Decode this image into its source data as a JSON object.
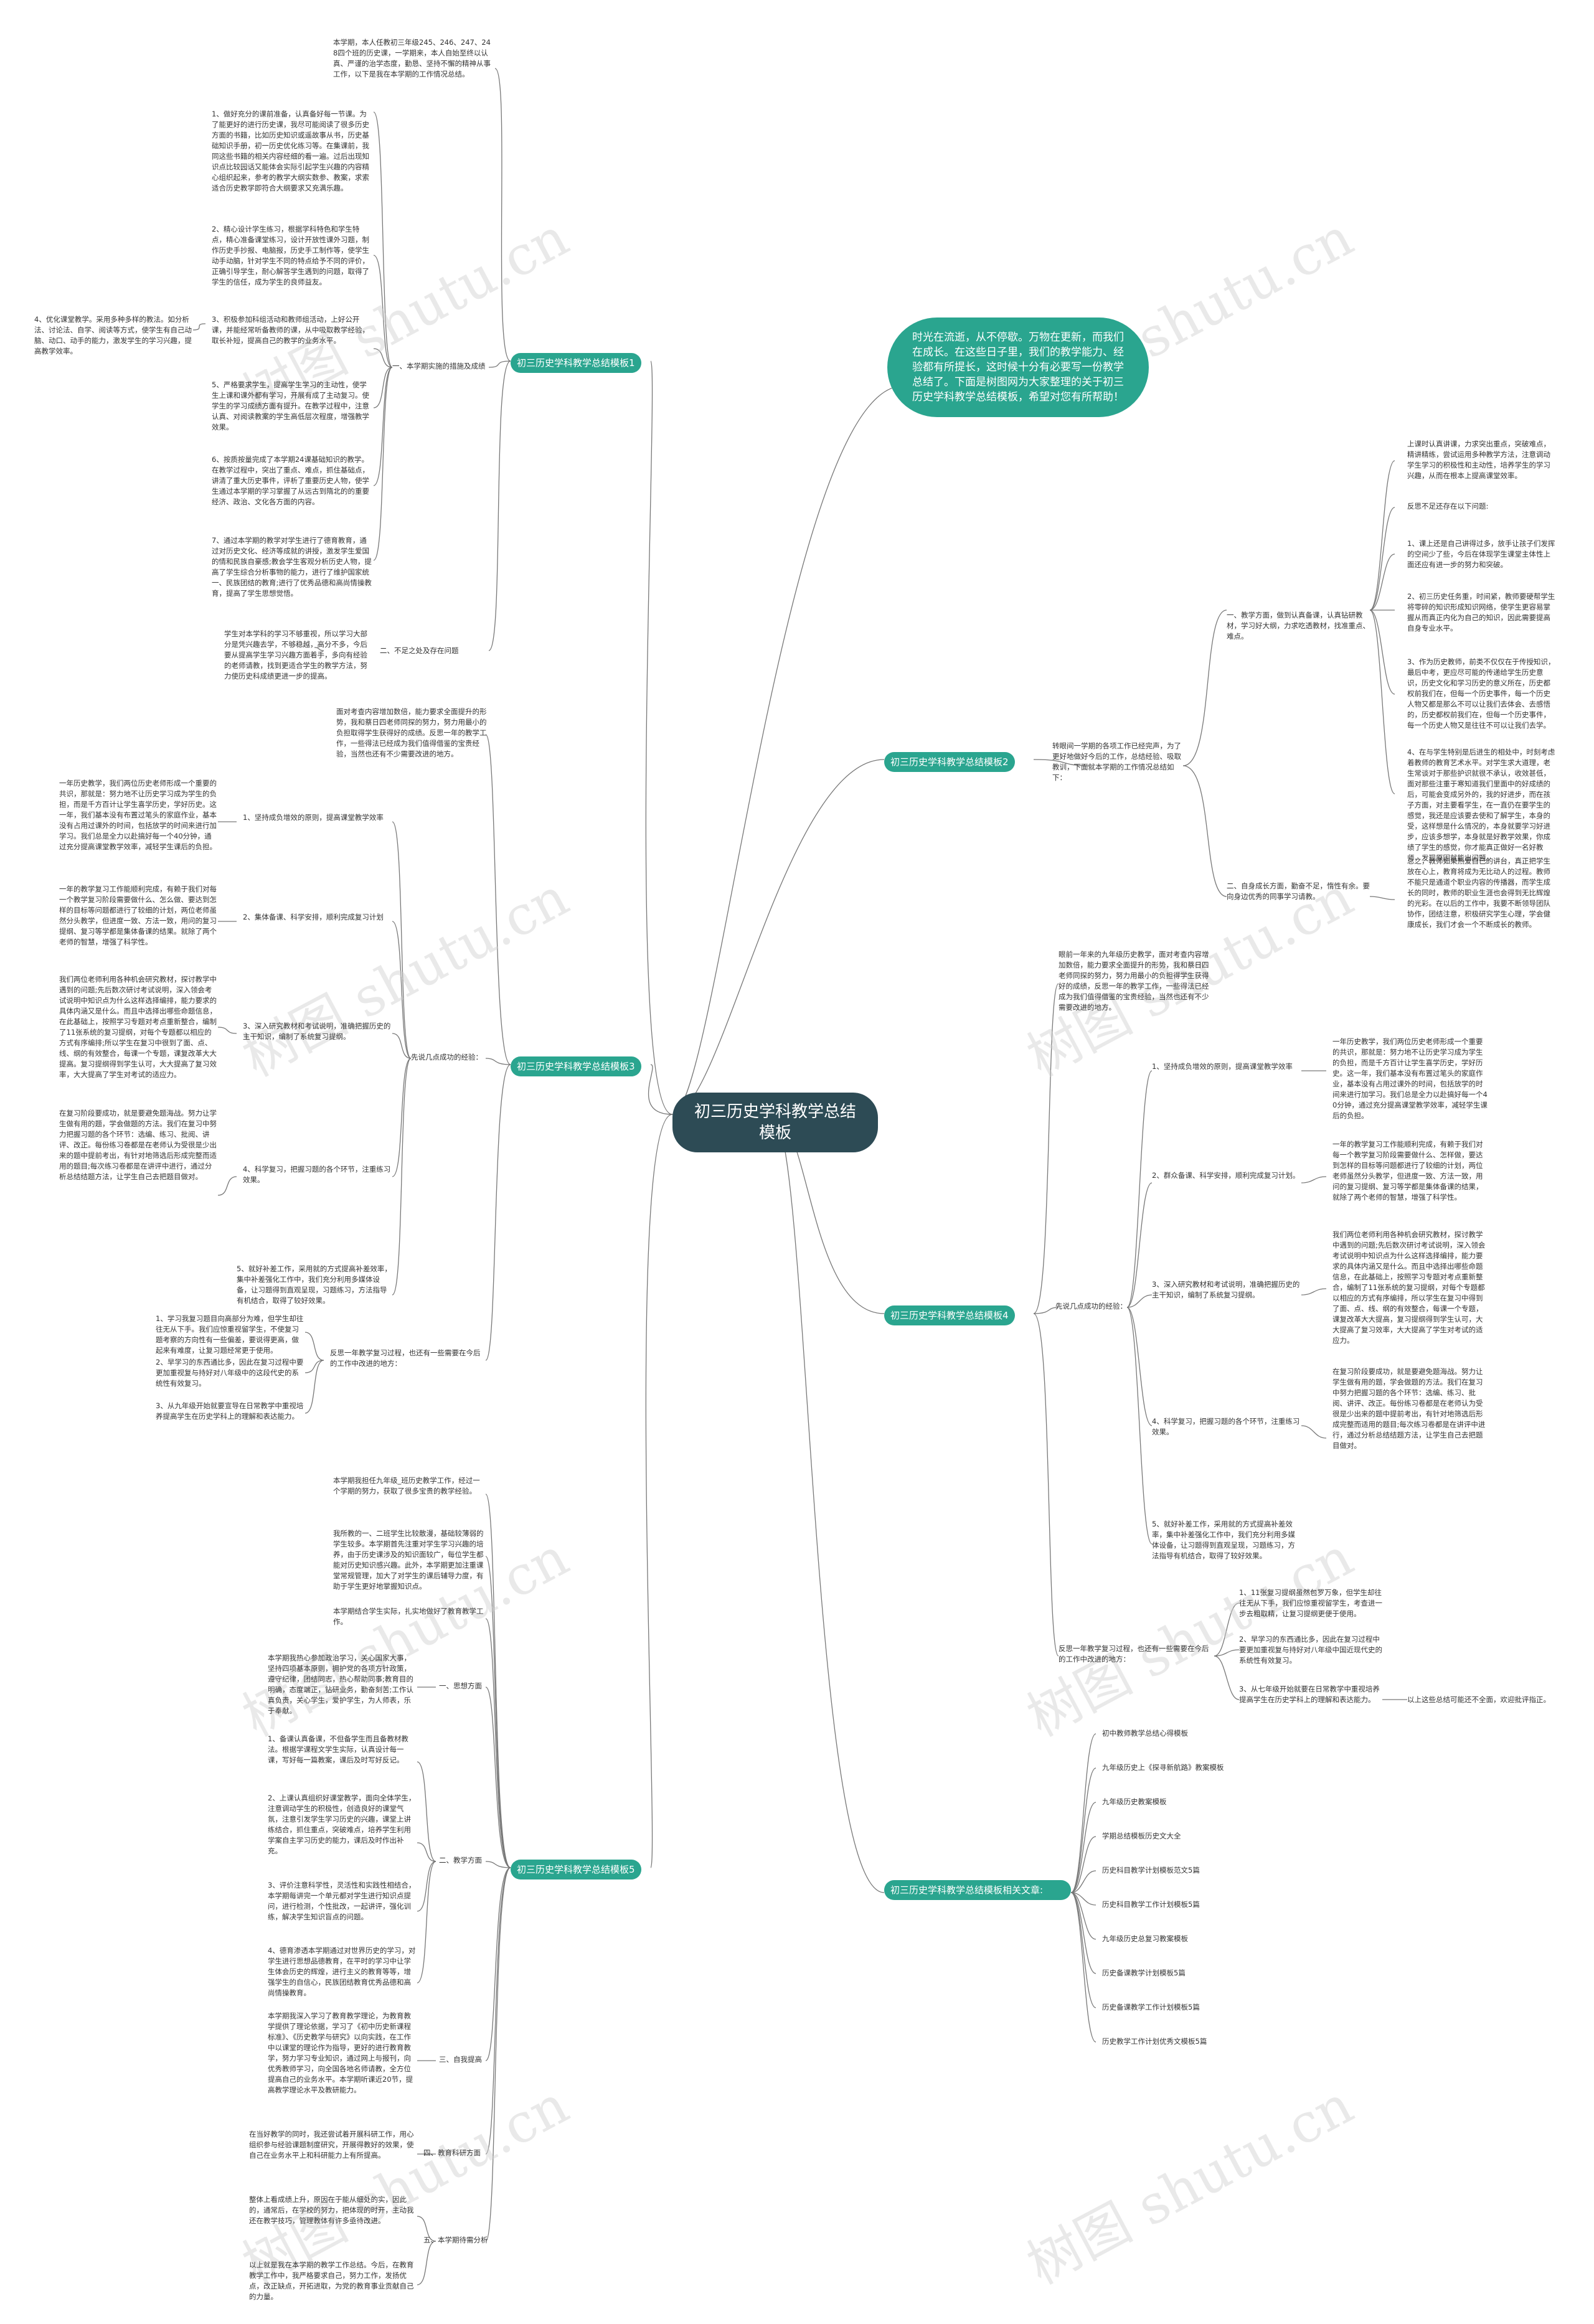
{
  "root": "初三历史学科教学总结模板",
  "intro": "时光在流逝，从不停歇。万物在更新，而我们在成长。在这些日子里，我们的教学能力、经验都有所提长，这时候十分有必要写一份教学总结了。下面是树图网为大家整理的关于初三历史学科教学总结模板，希望对您有所帮助！",
  "watermark": "树图 shutu.cn",
  "b1": {
    "label": "初三历史学科教学总结模板1",
    "intro": "本学期，本人任教初三年级245、246、247、248四个班的历史课，一学期来，本人自始至终以认真、严谨的治学态度，勤恳、坚持不懈的精神从事工作，以下是我在本学期的工作情况总结。",
    "s1": "一、本学期实施的措施及成绩",
    "s1_items": [
      "1、做好充分的课前准备，认真备好每一节课。为了能更好的进行历史课，我尽可能阅读了很多历史方面的书籍，比如历史知识或遥故事从书，历史基础知识手册，初一历史优化练习等。在集课前，我同这些书籍的相关内容经细的看一遍。过后出现知识点比较园话又能体会实际引起学生兴趣的内容精心组织起来，参考的教学大纲实数参、教案，求索适合历史教学即符合大纲要求又充满乐趣。",
      "2、精心设计学生练习，根据学科特色和学生特点，精心准备课堂练习，设计开放性课外习题，制作历史手抄报、电脑报，历史手工制作等，使学生动手动脑，针对学生不同的特点给予不同的评价，正确引导学生，耐心解答学生遇到的问题，取得了学生的信任，成为学生的良师益友。",
      "3、积极参加科组活动和教师组活动，上好公开课，并能经常听备教师的课，从中吸取教学经验，取长补短，提高自己的教学的业务水平。",
      "5、严格要求学生，提高学生学习的主动性，使学生上课和课外都有学习，开展有成了主动复习。使学生的学习成绩方面有提升。在教学过程中，注意认真、对阅读教案的学生高低层次程度，增强教学效果。",
      "6、按质按量完成了本学期24课基础知识的教学。在教学过程中，突出了重点、难点，抓住基础点，讲清了重大历史事件，评析了重要历史人物，使学生通过本学期的学习掌握了从远古到隋北的的重要经济、政治、文化各方面的内容。",
      "7、通过本学期的教学对学生进行了德育教育，通过对历史文化、经济等成就的讲授，激发学生爱国的情和民族自豪感;教会学生客观分析历史人物，提高了学生综合分析事物的能力，进行了维护国家统一、民族团结的教育;进行了优秀品德和高尚情操教育，提高了学生思想觉悟。"
    ],
    "s1_left": "4、优化课堂教学。采用多种多样的教法。如分析法、讨论法、自学、阅读等方式，使学生有自己动脑、动口、动手的能力，激发学生的学习兴趣，提高教学效率。",
    "s2": "二、不足之处及存在问题",
    "s2_text": "学生对本学科的学习不够重视，所以学习大部分是凭兴趣去学，不够稳越，高分不多，今后要从提高学生学习兴趣方面着手，多向有经验的老师请教，找到更适合学生的教学方法，努力使历史科成绩更进一步的提高。"
  },
  "b2": {
    "label": "初三历史学科教学总结模板2",
    "intro": "转眼间一学期的各项工作已经完声，为了更好地做好今后的工作，总结经验、吸取教训，下面就本学期的工作情况总结如下：",
    "s1": "一、教学方面，做到认真备课，认真钻研教材，学习好大纲，力求吃透教材，找准重点、难点。",
    "s1_items": [
      "上课时认真讲课，力求突出重点，突破难点，精讲精练，尝试运用多种教学方法，注意调动学生学习的积极性和主动性，培养学生的学习兴趣，从而在根本上提高课堂效率。",
      "反思不足还存在以下问题:",
      "1、课上还是自己讲得过多，放手让孩子们发挥的空间少了些，今后在体现学生课堂主体性上面还应有进一步的努力和突破。",
      "2、初三历史任务重，时间紧，教师要硬帮学生将零碎的知识形成知识网络，使学生更容易掌握从而真正内化为自己的知识，因此需要提高自身专业水平。",
      "3、作为历史教师，前类不仅仅在于传授知识，最后中考，更应尽可能的传递给学生历史意识，历史文化和学习历史的意义所在，历史都权前我们在，但每一个历史事件，每一个历史人物又都是那么不可以让我们去体会、去感悟的，历史都权前我们在，但每一个历史事件，每一个历史人物又是往往不可以让我们去学。",
      "4、在与学生特别是后进生的相处中，时刻考虑着教师的教育艺术水平。对学生求大道理，老生常谈对于那些护识就很不承认，收效甚低，面对那些注重于寒知道我们里面中的好成绩的后，可能会变成另外的，我的好进步，而在孩子方面，对主要看学生，在一直仍在要学生的感觉，我还是应该要去使和了解学生，本身的受，这样想是什么情况的，本身就要学习好进步，应该多想学，本身就是好教学效果，你成绩了学生的感觉，你才能真正做好一名好教师，发现原因就能出问题。"
    ],
    "s2": "二、自身成长方面，勤奋不足，惰性有余。要向身边优秀的同事学习请教。",
    "s2_text": "总之，教师如果热爱自己的讲台，真正把学生放在心上，教育将成为无比动人的过程。教师不能只是通道个职业内容的传播器，而学生成长的同时，教师的职业生涯也会得到无比辉煌的光彩。在以后的工作中，我要不断领导团队协作，团结注意，积极研究学生心理，学会健康成长，我们才会一个不断成长的教师。"
  },
  "b3": {
    "label": "初三历史学科教学总结模板3",
    "intro": "面对考查内容增加数倍，能力要求全面提升的形势，我和蔡日四老师同探的努力，努力用最小的负担取得学生获得好的成绩。反思一年的教学工作，一些得法已经成为我们值得借鉴的宝贵经验，当然也还有不少需要改进的地方。",
    "s1": "先说几点成功的经验：",
    "items": [
      {
        "k": "1、坚持成负增效的原则，提高课堂教学效率",
        "v": "一年历史教学，我们两位历史老师形成一个重要的共识，那就是：努力地不让历史学习成为学生的负担，而是千方百计让学生喜学历史，学好历史。这一年，我们基本没有布置过笔头的家庭作业，基本没有占用过课外的时间，包括放学的时间来进行加学习。我们总是全力以赴搞好每一个40分钟，通过充分提高课堂教学效率，减轻学生课后的负担。"
      },
      {
        "k": "2、集体备课、科学安排，顺利完成复习计划",
        "v": "一年的教学复习工作能顺利完成，有赖于我们对每一个教学复习阶段需要做什么、怎么做、要达到怎样的目标等问题都进行了较细的计划，两位老师虽然分头教学，但进度一致、方法一致，用问的复习提纲、复习等学都是集体备课的结果。就除了两个老师的智慧，增强了科学性。"
      },
      {
        "k": "3、深入研究教材和考试说明，准确把握历史的主干知识，编制了系统复习提纲。",
        "v": "我们两位老师利用各种机会研究教材，探讨教学中遇到的问题;先后数次研讨考试说明，深入领会考试说明中知识点为什么这样选择编排，能力要求的具体内涵又是什么。而且中选择出哪些命题信息，在此基础上，按照学习专题对考点重新整合，编制了11张系统的复习提纲，对每个专题都以相应的方式有序编排;所以学生在复习中很到了面、点、线、纲的有效整合，每课一个专题，课复改革大大提高。复习提纲得到学生认可，大大提高了复习效率，大大提高了学生对考试的适应力。"
      },
      {
        "k": "4、科学复习，把握习题的各个环节，注重练习效果。",
        "v": "在复习阶段要成功，就是要避免题海战。努力让学生做有用的题，学会做题的方法。我们在复习中努力把握习题的各个环节：选编、练习、批阅、讲评、改正。每份练习卷都是在老师认为受很是少出来的题中提前考出，有针对地筛选后形成完整而适用的题目;每次练习卷都是在讲评中进行，通过分析总结结题方法，让学生自己去把题目做对。"
      },
      {
        "k": "5、就好补差工作，采用就的方式提高补差效率，集中补差强化工作中，我们充分利用多媒体设备，让习题得到直观呈现，习题练习，方法指导有机结合，取得了较好效果。",
        "v": ""
      }
    ],
    "s2": "反思一年教学复习过程，也还有一些需要在今后的工作中改进的地方：",
    "s2_items": [
      "1、学习我复习题目向高部分为难，但学生却往往无从下手。我们应惊重视留学生，不使复习题考察的方向性有一些偏差，要说得更高，做起来有难度，让复习题经常更于使用。",
      "2、早学习的东西通比多，因此在复习过程中要更加重视复与持好对八年级中的这段代史的系统性有效复习。",
      "3、从九年级开始就要宣导在日常教学中重视培养提高学生在历史学科上的理解和表达能力。"
    ]
  },
  "b4": {
    "label": "初三历史学科教学总结模板4",
    "intro": "眼前一年来的九年级历史教学，面对考查内容增加数倍，能力要求全面提升的形势，我和蔡日四老师同探的努力，努力用最小的负担得学生获得好的成绩，反思一年的教学工作，一些得法已经成为我们值得借鉴的宝贵经验，当然也还有不少需要改进的地方。",
    "s1": "先说几点成功的经验：",
    "items": [
      {
        "k": "1、坚持成负增效的原则，提高课堂教学效率",
        "v": "一年历史教学，我们两位历史老师形成一个重要的共识，那就是：努力地不让历史学习成为学生的负担，而是千方百计让学生喜学历史，学好历史。这一年，我们基本没有布置过笔头的家庭作业，基本没有占用过课外的时间，包括放学的时间来进行加学习。我们总是全力以赴搞好每一个40分钟，通过充分提高课堂教学效率，减轻学生课后的负担。"
      },
      {
        "k": "2、群众备课、科学安排，顺利完成复习计划。",
        "v": "一年的教学复习工作能顺利完成，有赖于我们对每一个教学复习阶段需要做什么、怎样做，要达到怎样的目标等问题都进行了较细的计划，两位老师虽然分头教学，但进度一致、方法一致，用问的复习提纲、复习等学都是集体备课的结果，就除了两个老师的智慧，增强了科学性。"
      },
      {
        "k": "3、深入研究教材和考试说明，准确把握历史的主干知识，编制了系统复习提纲。",
        "v": "我们两位老师利用各种机会研究教材，探讨教学中遇到的问题;先后数次研讨考试说明，深入领会考试说明中知识点为什么这样选择编排，能力要求的具体内涵又是什么。而且中选择出哪些命题信息，在此基础上，按照学习专题对考点重新整合，编制了11张系统的复习提纲，对每个专题都以相应的方式有序编排，所以学生在复习中得到了面、点、线、纲的有效整合，每课一个专题，课复改革大大提高，复习提纲得到学生认可，大大提高了复习效率，大大提高了学生对考试的适应力。"
      },
      {
        "k": "4、科学复习，把握习题的各个环节，注重练习效果。",
        "v": "在复习阶段要成功，就是要避免题海战。努力让学生做有用的题，学会做题的方法。我们在复习中努力把握习题的各个环节：选编、练习、批阅、讲评、改正。每份练习卷都是在老师认为受很是少出来的题中提前考出，有针对地筛选后形成完整而适用的题目;每次练习卷都是在讲评中进行，通过分析总结结题方法，让学生自己去把题目做对。"
      },
      {
        "k": "5、就好补差工作，采用就的方式提高补差效率，集中补差强化工作中，我们充分利用多媒体设备，让习题得到直观呈现，习题练习，方法指导有机结合，取得了较好效果。",
        "v": ""
      }
    ],
    "s2": "反思一年教学复习过程，也还有一些需要在今后的工作中改进的地方：",
    "s2_items": [
      "1、11张复习提纲虽然包罗万象，但学生却往往无从下手，我们应惊重视留学生，考查进一步去粗取精，让复习提纲更便于使用。",
      "2、早学习的东西通比多，因此在复习过程中要更加重视复与持好对八年级中国近现代史的系统性有效复习。",
      "3、从七年级开始就要在日常教学中重视培养提高学生在历史学科上的理解和表达能力。"
    ],
    "s2_end": "以上这些总结可能还不全面，欢迎批评指正。"
  },
  "b5": {
    "label": "初三历史学科教学总结模板5",
    "intro": "本学期我担任九年级_班历史教学工作，经过一个学期的努力，获取了很多宝贵的教学经验。",
    "pre": "我所教的一、二班学生比较散漫，基础较薄弱的学生较多。本学期首先注重对学生学习兴趣的培养，由于历史课涉及的知识面较广，每位学生都能对历史知识感兴趣。此外，本学期更加注重课堂常规管理，加大了对学生的课后辅导力度，有助于学生更好地掌握知识点。",
    "pre2": "本学期结合学生实际，扎实地做好了教育教学工作。",
    "s": [
      {
        "k": "一、思想方面",
        "v": "本学期我热心参加政治学习，关心国家大事，坚持四项基本原则，拥护党的各项方针政策，遵守纪律，团结同志，热心帮助同事;教育目的明确，态度端正，钻研业务，勤奋刻苦;工作认真负责，关心学生，爱护学生，为人师表，乐于奉献。"
      },
      {
        "k": "二、教学方面",
        "items": [
          "1、备课认真备课，不但备学生而且备教材教法。根据学课程文学生实际，认真设计每一课，写好每一篇教案，课后及时写好反记。",
          "2、上课认真组织好课堂教学，面向全体学生，注意调动学生的积极性，创造良好的课堂气氛，注意引发学生学习历史的兴趣，课堂上讲练结合，抓住重点，突破难点，培养学生利用学案自主学习历史的能力，课后及时作出补充。",
          "3、评价注意科学性，灵活性和实践性相结合，本学期每讲完一个单元都对学生进行知识点提问，进行检测，个性批改，一起讲评，强化训练，解决学生知识盲点的问题。",
          "4、德育渗透本学期通过对世界历史的学习，对学生进行思想品德教育，在平时的学习中让学生体会历史的辉煌，进行主义的教育等等，增强学生的自信心，民族团结教育优秀品德和高尚情操教育。"
        ]
      },
      {
        "k": "三、自我提高",
        "v": "本学期我深入学习了教育教学理论，为教育教学提供了理论依据，学习了《初中历史新课程标准》、《历史教学与研究》以向实践，在工作中以课堂的理论作为指导，更好的进行教育教学，努力学习专业知识，通过网上与报刊，向优秀教师学习，向全国各地名师请教，全方位提高自己的业务水平。本学期听课近20节，提高教学理论水平及教研能力。"
      },
      {
        "k": "四、教育科研方面",
        "v": "在当好教学的同时，我还尝试着开展科研工作，用心组织参与经验课题制度研究，开展得教好的效果，使自己在业务水平上和科研能力上有所提高。"
      },
      {
        "k": "五、本学期待需分析",
        "items": [
          "整体上看成绩上升，原因在于能从细处的实，因此的，通常后，在学校的努力，把体现的时开，主动我还在教学技巧，管理教体有许多亟待改进。",
          "以上就是我在本学期的教学工作总结。今后，在教育教学工作中，我严格要求自己，努力工作，发扬优点，改正缺点，开拓进取，为党的教育事业贡献自己的力量。"
        ]
      }
    ]
  },
  "b6": {
    "label": "初三历史学科教学总结模板相关文章:",
    "items": [
      "初中教师教学总结心得模板",
      "九年级历史上《探寻新航路》教案模板",
      "九年级历史教案模板",
      "学期总结模板历史文大全",
      "历史科目教学计划模板范文5篇",
      "历史科目教学工作计划模板5篇",
      "九年级历史总复习教案模板",
      "历史备课教学计划模板5篇",
      "历史备课教学工作计划模板5篇",
      "历史教学工作计划优秀文模板5篇"
    ]
  }
}
